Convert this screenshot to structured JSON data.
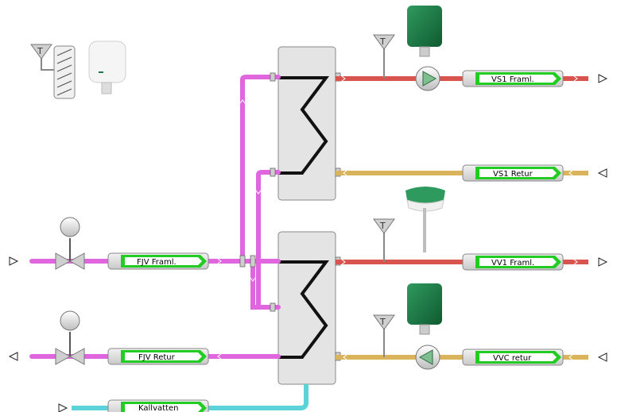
{
  "labels": {
    "vs1_framl": "VS1 Framl.",
    "vs1_retur": "VS1 Retur",
    "vv1_framl": "VV1 Framl.",
    "vvc_retur": "VVC retur",
    "fjv_framl": "FJV Framl.",
    "fjv_retur": "FJV Retur",
    "kallvatten": "Kallvatten"
  },
  "colors": {
    "district_heating": "#e066e0",
    "supply_hot": "#d9534f",
    "return_warm": "#d9b45a",
    "cold_water": "#5bd3d9",
    "label_green": "#22cc22",
    "hx_fill": "#e4e4e4",
    "pump_green": "#7fbf8f",
    "device_green": "#1e7a45"
  },
  "icons": [
    "outdoor-temperature-sensor-icon",
    "room-sensor-icon",
    "temperature-sensor-icon",
    "pump-icon",
    "control-valve-icon",
    "heat-exchanger-icon",
    "actuator-icon"
  ]
}
